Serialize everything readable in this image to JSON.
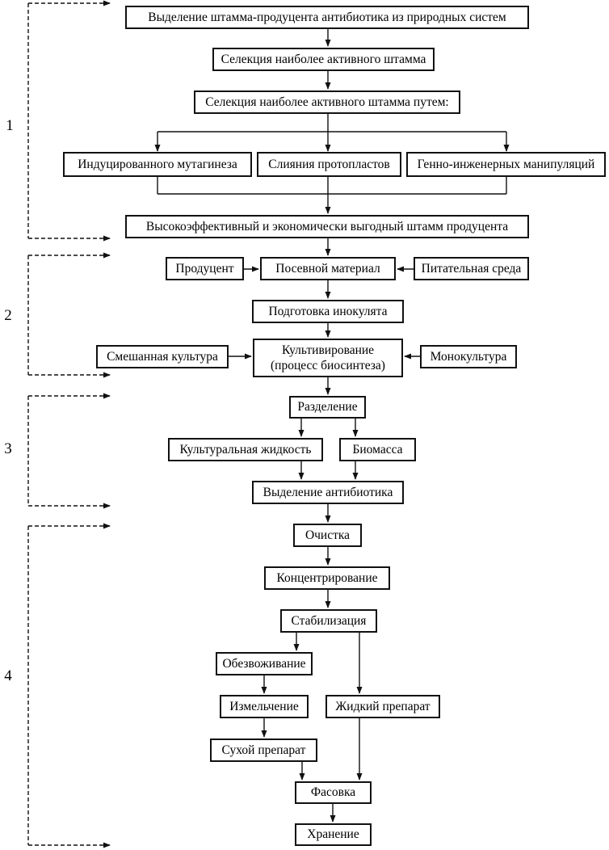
{
  "diagram": {
    "language": "ru",
    "type": "flowchart",
    "colors": {
      "background": "#ffffff",
      "line": "#111111",
      "box_border": "#111111",
      "text": "#000000"
    }
  },
  "stages": [
    {
      "number": "1"
    },
    {
      "number": "2"
    },
    {
      "number": "3"
    },
    {
      "number": "4"
    }
  ],
  "nodes": {
    "strain_isolation": {
      "label": "Выделение штамма-продуцента антибиотика из природных систем"
    },
    "selection_active": {
      "label": "Селекция наиболее активного штамма"
    },
    "selection_by": {
      "label": "Селекция наиболее активного штамма путем:"
    },
    "induced_mutagenesis": {
      "label": "Индуцированного мутагинеза"
    },
    "protoplast_fusion": {
      "label": "Слияния протопластов"
    },
    "genetic_engineering": {
      "label": "Генно-инженерных манипуляций"
    },
    "effective_strain": {
      "label": "Высокоэффективный и экономически выгодный штамм продуцента"
    },
    "producer": {
      "label": "Продуцент"
    },
    "seed_material": {
      "label": "Посевной материал"
    },
    "nutrient_medium": {
      "label": "Питательная среда"
    },
    "inoculum_preparation": {
      "label": "Подготовка инокулята"
    },
    "mixed_culture": {
      "label": "Смешанная культура"
    },
    "cultivation": {
      "label": "Культивирование (процесс биосинтеза)"
    },
    "monoculture": {
      "label": "Монокультура"
    },
    "separation": {
      "label": "Разделение"
    },
    "culture_liquid": {
      "label": "Культуральная жидкость"
    },
    "biomass": {
      "label": "Биомасса"
    },
    "antibiotic_isolation": {
      "label": "Выделение антибиотика"
    },
    "purification": {
      "label": "Очистка"
    },
    "concentration": {
      "label": "Концентрирование"
    },
    "stabilization": {
      "label": "Стабилизация"
    },
    "dehydration": {
      "label": "Обезвоживание"
    },
    "grinding": {
      "label": "Измельчение"
    },
    "liquid_product": {
      "label": "Жидкий препарат"
    },
    "dry_product": {
      "label": "Сухой препарат"
    },
    "packaging": {
      "label": "Фасовка"
    },
    "storage": {
      "label": "Хранение"
    }
  }
}
